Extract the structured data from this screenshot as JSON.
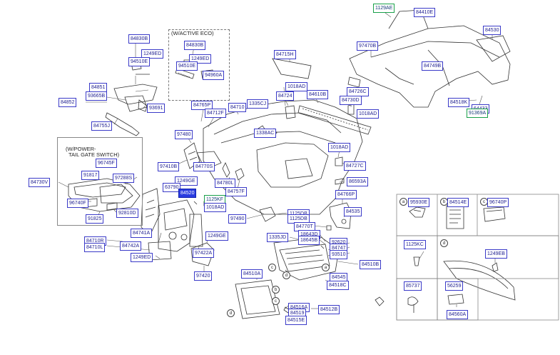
{
  "labels": {
    "p84830B": "84830B",
    "p1249ED_a": "1249ED",
    "p94510E_a": "94510E",
    "p84851": "84851",
    "p93665B": "93665B",
    "p84852": "84852",
    "p93691": "93691",
    "p84755J": "84755J",
    "p84830B_b": "84830B",
    "p1249ED_b": "1249ED",
    "p94510E_b": "94510E",
    "p94960A": "94960A",
    "p84715H": "84715H",
    "p1129AE": "1129AE",
    "p84410E": "84410E",
    "p84530": "84530",
    "p97470B": "97470B",
    "p84749B": "84749B",
    "p84518K": "84518K",
    "p64433": "64433",
    "p91369A": "91369A",
    "p84765P": "84765P",
    "p84712F": "84712F",
    "p84710": "84710",
    "p1335CJ": "1335CJ",
    "p84724": "84724",
    "p84610B": "84610B",
    "p1018AD_a": "1018AD",
    "p84726C": "84726C",
    "p84730D": "84730D",
    "p1018AD_b": "1018AD",
    "p1338AC": "1338AC",
    "p97480": "97480",
    "p1018AD_c": "1018AD",
    "p84727C": "84727C",
    "p84770S": "84770S",
    "p97410B": "97410B",
    "p84780L": "84780L",
    "p84757F": "84757F",
    "p86593A": "86593A",
    "p1249GE_a": "1249GE",
    "p63790": "63790",
    "p84520": "84520",
    "p84766P": "84766P",
    "p1125KF": "1125KF",
    "p1018AD_d": "1018AD",
    "p84535": "84535",
    "p97490": "97490",
    "p1125DB": "1125DB",
    "p1125DB_b": "1125DB",
    "p84770T": "84770T",
    "p84730V": "84730V",
    "p96745F": "96745F",
    "p91817": "91817",
    "p97288S": "97288S",
    "p96740F": "96740F",
    "p92810D": "92810D",
    "p91825": "91825",
    "p84741A": "84741A",
    "p84710R": "84710R",
    "p84742A": "84742A",
    "p84710L": "84710L",
    "p1249ED_c": "1249ED",
    "p1249GE_b": "1249GE",
    "p97422A": "97422A",
    "p97420": "97420",
    "p1335JD": "1335JD",
    "p18643D": "18643D",
    "p18645B": "18645B",
    "p92620": "92620",
    "p84747": "84747",
    "p93510": "93510",
    "p84510B": "84510B",
    "p84545": "84545",
    "p84518C": "84518C",
    "p84510A": "84510A",
    "p84516A": "84516A",
    "p84519": "84519",
    "p84512B": "84512B",
    "p84515E": "84515E",
    "p95930E": "95930E",
    "p84514E": "84514E",
    "p96740P": "96740P",
    "p1125KC": "1125KC",
    "p1249EB": "1249EB",
    "p85737": "85737",
    "p56259": "56259",
    "p84560A": "84560A"
  },
  "notes": {
    "active_eco": "(W/ACTIVE ECO)",
    "power_tailgate_1": "(W/POWER-",
    "power_tailgate_2": "TAIL GATE SWITCH)"
  },
  "callouts": {
    "a": "a",
    "b": "b",
    "c": "c",
    "d": "d"
  },
  "colors": {
    "label_border": "#3a3ac8",
    "label_text": "#1d1d8f",
    "highlight": "#2b3de0",
    "green_border": "#19a04a",
    "line": "#555555",
    "part_stroke": "#333333"
  }
}
